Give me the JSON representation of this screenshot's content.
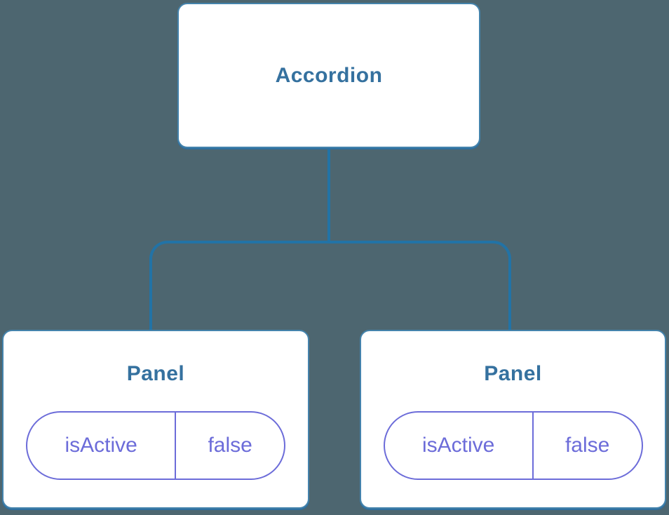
{
  "colors": {
    "background": "#4d6670",
    "node_background": "#ffffff",
    "node_border": "#4483ac",
    "node_shadow": "#2e6f9f",
    "connector": "#2273a6",
    "title_text": "#35719f",
    "pill_accent": "#6c6cd9"
  },
  "tree": {
    "root": {
      "label": "Accordion"
    },
    "children": [
      {
        "label": "Panel",
        "state": {
          "key": "isActive",
          "value": "false"
        }
      },
      {
        "label": "Panel",
        "state": {
          "key": "isActive",
          "value": "false"
        }
      }
    ]
  }
}
